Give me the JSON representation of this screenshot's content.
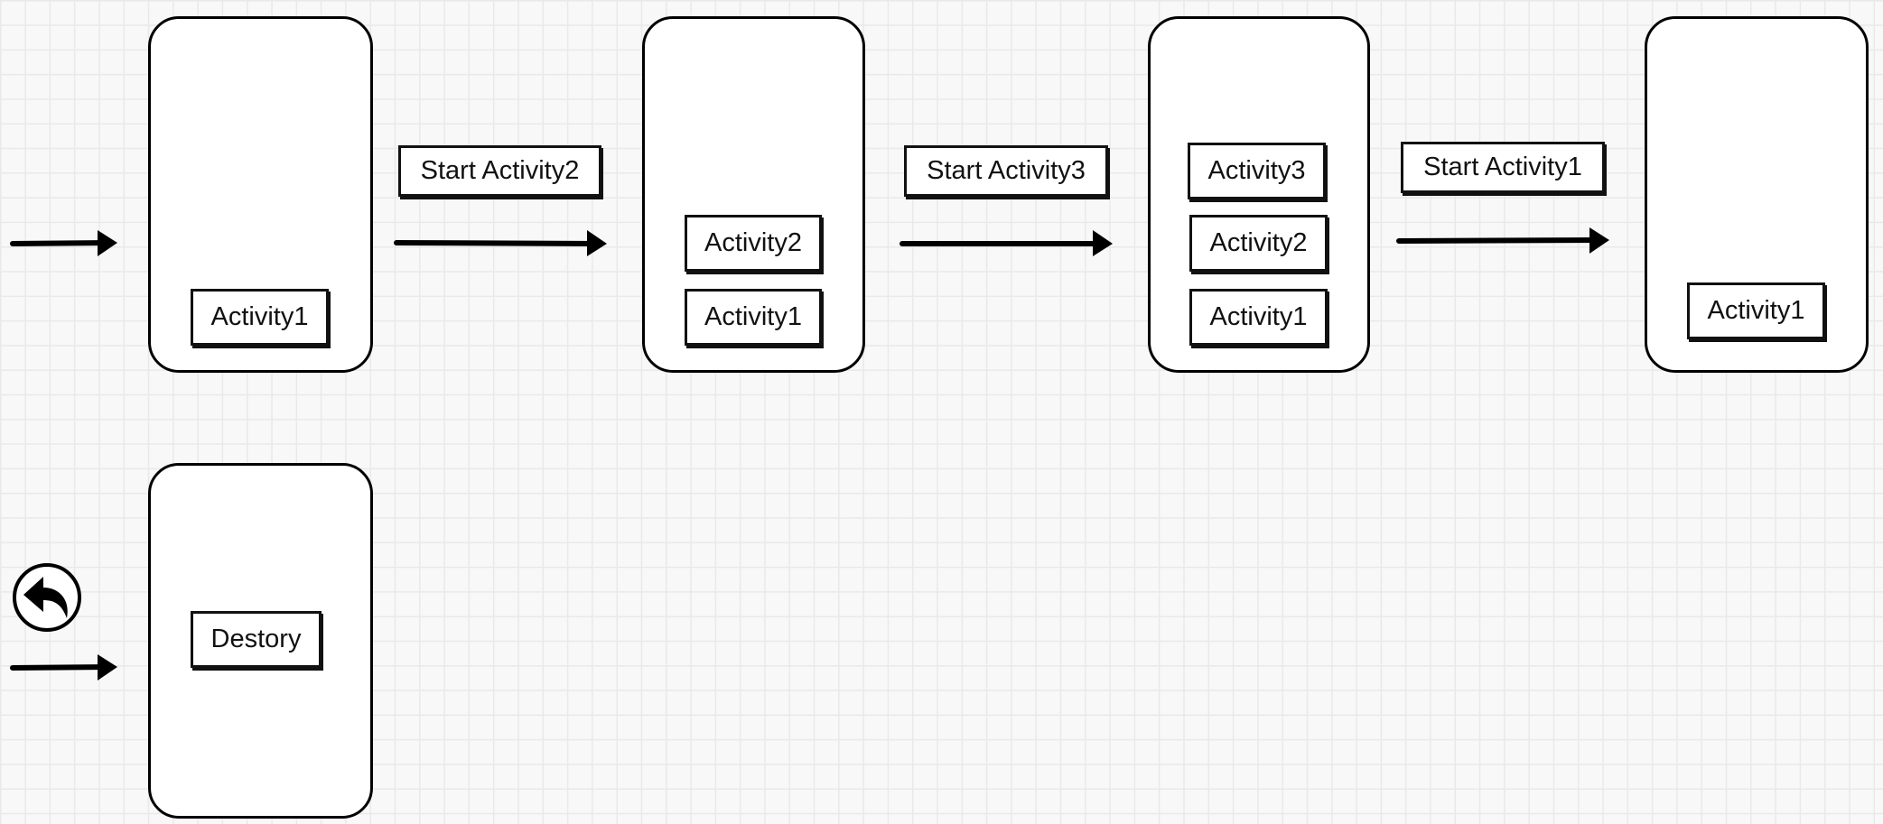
{
  "top_row": {
    "screen1": {
      "stack": [
        "Activity1"
      ]
    },
    "transition1": {
      "label": "Start Activity2"
    },
    "screen2": {
      "stack": [
        "Activity2",
        "Activity1"
      ]
    },
    "transition2": {
      "label": "Start Activity3"
    },
    "screen3": {
      "stack": [
        "Activity3",
        "Activity2",
        "Activity1"
      ]
    },
    "transition3": {
      "label": "Start Activity1"
    },
    "screen4": {
      "stack": [
        "Activity1"
      ]
    }
  },
  "bottom_row": {
    "back_icon": "back-arrow-icon",
    "screen5": {
      "label": "Destory"
    }
  }
}
